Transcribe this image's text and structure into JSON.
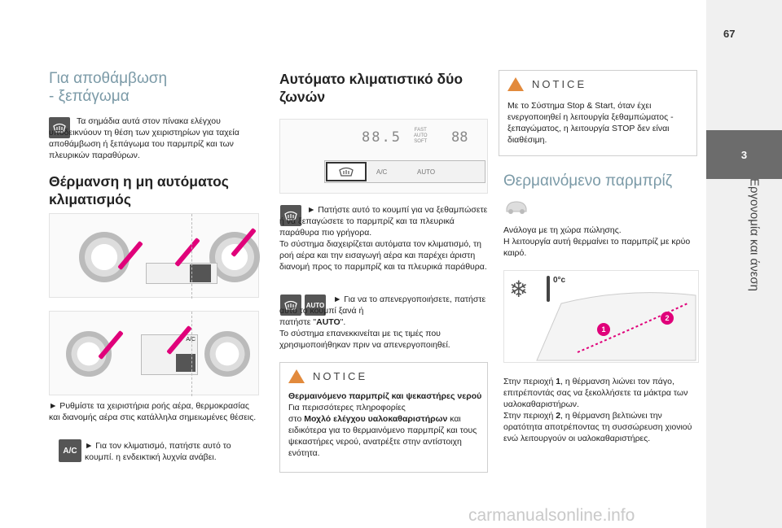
{
  "page_number": "67",
  "chapter": {
    "number": "3",
    "title": "Εργονομία και άνεση"
  },
  "col1": {
    "lead_title_1": "Για αποθάμβωση",
    "lead_title_2": "- ξεπάγωμα",
    "intro": "Τα σημάδια αυτά στον πίνακα ελέγχου υποδεικνύουν τη θέση των χειριστηρίων για ταχεία αποθάμβωση ή ξεπάγωμα του παρμπρίζ και των πλευρικών παραθύρων.",
    "heading_1": "Θέρμανση η μη αυτόματος",
    "heading_2": "κλιματισμός",
    "fig_label_1": "A/C",
    "bullet_1": "►  Ρυθμίστε τα χειριστήρια ροής αέρα, θερμοκρασίας και διανομής αέρα στις κατάλληλα σημειωμένες θέσεις.",
    "ac_icon_label": "A/C",
    "bullet_2": "►  Για τον κλιματισμό, πατήστε αυτό το κουμπί. η ενδεικτική λυχνία ανάβει."
  },
  "col2": {
    "heading_1": "Αυτόματο κλιματιστικό δύο",
    "heading_2": "ζωνών",
    "fig_display": "88.5",
    "fig_fast": "FAST",
    "fig_auto": "AUTO",
    "fig_soft": "SOFT",
    "fig_display_right": "88",
    "fig_btn_ac": "A/C",
    "fig_btn_auto": "AUTO",
    "para_1": "►  Πατήστε αυτό το κουμπί για να ξεθαμπώσετε ή να ξεπαγώσετε το παρμπρίζ και τα πλευρικά παράθυρα πιο γρήγορα.",
    "para_2": "Το σύστημα διαχειρίζεται αυτόματα τον κλιματισμό, τη ροή αέρα και την εισαγωγή αέρα και παρέχει άριστη διανομή προς το παρμπρίζ και τα πλευρικά παράθυρα.",
    "auto_icon_label": "AUTO",
    "para_3": "►  Για να το απενεργοποιήσετε, πατήστε αυτό το κουμπί ξανά ή",
    "para_3b_pre": "πατήστε \"",
    "para_3b_bold": "AUTO",
    "para_3b_post": "\".",
    "para_4": "Το σύστημα επανεκκινείται με τις τιμές που χρησιμοποιήθηκαν πριν να απενεργοποιηθεί.",
    "notice_title": "NOTICE",
    "notice_bold": "Θερμαινόμενο παρμπρίζ και ψεκαστήρες νερού",
    "notice_text_1": "Για περισσότερες πληροφορίες",
    "notice_text_2_pre": "στο ",
    "notice_text_2_bold": "Μοχλό ελέγχου υαλοκαθαριστήρων",
    "notice_text_2_post": " και",
    "notice_text_3": "ειδικότερα για το θερμαινόμενο παρμπρίζ και τους ψεκαστήρες νερού, ανατρέξτε στην αντίστοιχη ενότητα."
  },
  "col3": {
    "notice_title": "NOTICE",
    "notice_text": "Με το Σύστημα Stop & Start, όταν έχει ενεργοποιηθεί η λειτουργία ξεθαμπώματος - ξεπαγώματος, η λειτουργία STOP δεν είναι διαθέσιμη.",
    "lead_title": "Θερμαινόμενο παρμπρίζ",
    "intro": "Ανάλογα με τη χώρα πώλησης.\nΗ λειτουργία αυτή θερμαίνει το παρμπρίζ με κρύο καιρό.",
    "fig_temp": "0°c",
    "fig_badge_1": "1",
    "fig_badge_2": "2",
    "text_1_pre": "Στην περιοχή ",
    "text_1_bold": "1",
    "text_1_post": ", η θέρμανση λιώνει τον πάγο, επιτρέποντάς σας να ξεκολλήσετε τα μάκτρα των υαλοκαθαριστήρων.",
    "text_2_pre": "Στην περιοχή ",
    "text_2_bold": "2",
    "text_2_post": ", η θέρμανση βελτιώνει την ορατότητα αποτρέποντας τη συσσώρευση χιονιού ενώ λειτουργούν οι υαλοκαθαριστήρες."
  },
  "watermark": "carmanualsonline.info",
  "colors": {
    "accent_lead": "#7b9aa7",
    "notice_orange": "#e28a3c",
    "arrow_magenta": "#e0007a",
    "tab_grey": "#6c6c6c"
  }
}
